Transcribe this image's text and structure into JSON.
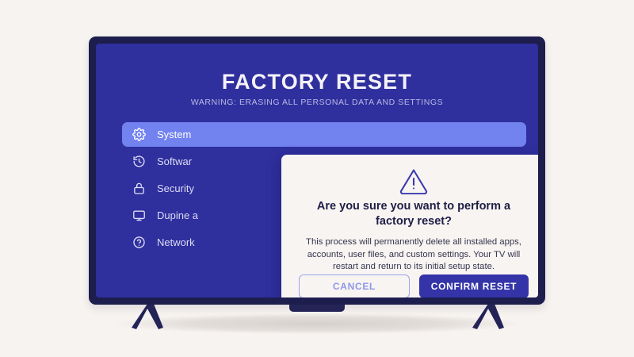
{
  "screen": {
    "title": "FACTORY RESET",
    "subtitle": "WARNING: ERASING ALL PERSONAL DATA AND SETTINGS"
  },
  "menu": {
    "items": [
      {
        "label": "System",
        "icon": "gear-icon",
        "active": true
      },
      {
        "label": "Softwar",
        "icon": "history-clock-icon",
        "active": false
      },
      {
        "label": "Security",
        "icon": "lock-icon",
        "active": false
      },
      {
        "label": "Dupine a",
        "icon": "monitor-icon",
        "active": false
      },
      {
        "label": "Network",
        "icon": "question-mark-icon",
        "active": false
      }
    ]
  },
  "dialog": {
    "icon": "warning-triangle-icon",
    "heading": "Are you sure you want to perform a factory reset?",
    "body": "This process will permanently delete all installed apps, accounts, user files, and custom settings. Your TV will restart and return to its initial setup state.",
    "cancel_label": "CANCEL",
    "confirm_label": "CONFIRM RESET"
  },
  "colors": {
    "page_background": "#f7f3f0",
    "tv_frame": "#1d1d4e",
    "tv_screen": "#2f2f9e",
    "menu_active": "#7282ef",
    "dialog_background": "#f8f4f1",
    "confirm_button": "#3434a8",
    "cancel_border": "#9aa3ee",
    "accent_text": "#1e1e47"
  }
}
